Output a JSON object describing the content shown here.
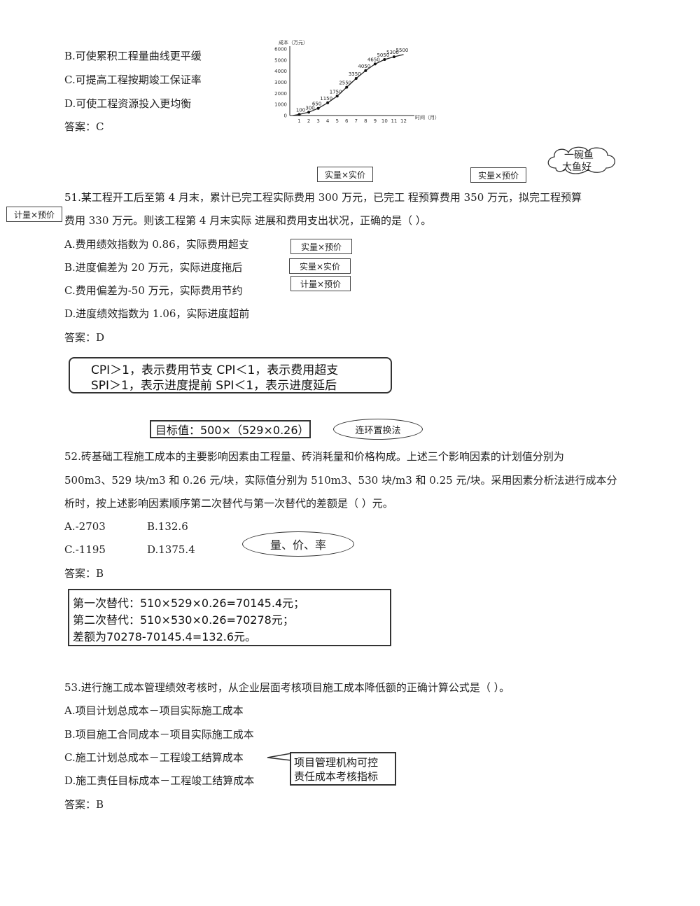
{
  "q50": {
    "option_b": "B.可使累积工程量曲线更平缓",
    "option_c": "C.可提高工程按期竣工保证率",
    "option_d": "D.可使工程资源投入更均衡",
    "answer": "答案：C"
  },
  "chart_data": {
    "type": "line",
    "ylabel": "成本（万元）",
    "xlabel": "时间（月）",
    "x": [
      1,
      2,
      3,
      4,
      5,
      6,
      7,
      8,
      9,
      10,
      11,
      12
    ],
    "values": [
      100,
      300,
      650,
      1150,
      1750,
      2550,
      3350,
      4050,
      4650,
      5050,
      5300,
      5500
    ],
    "data_labels": [
      "100",
      "300",
      "650",
      "1150",
      "1750",
      "2550",
      "3350",
      "4050",
      "4650",
      "5050",
      "5300",
      "5500"
    ],
    "yticks": [
      "0",
      "1000",
      "2000",
      "3000",
      "4000",
      "5000",
      "6000"
    ],
    "xticks": [
      "1",
      "2",
      "3",
      "4",
      "5",
      "6",
      "7",
      "8",
      "9",
      "10",
      "11",
      "12"
    ],
    "ylim": [
      0,
      6000
    ],
    "xlim": [
      0,
      13
    ],
    "line_color": "#222222"
  },
  "annotations": {
    "cloud": [
      "一碗鱼",
      "大鱼好"
    ],
    "box_top_1": "实量×实价",
    "box_top_2": "实量×预价",
    "box_left": "计量×预价",
    "box_a": "实量×预价",
    "box_b": "实量×实价",
    "box_c": "计量×预价",
    "rules_line1": "CPI＞1，表示费用节支    CPI＜1，表示费用超支",
    "rules_line2": "SPI＞1，表示进度提前    SPI＜1，表示进度延后",
    "target_value": "目标值：500×（529×0.26）",
    "chain_method": "连环置换法",
    "qty_price_rate": "量、价、率",
    "calc_line1": "第一次替代：510×529×0.26=70145.4元；",
    "calc_line2": "第二次替代：510×530×0.26=70278元；",
    "calc_line3": "差额为70278-70145.4=132.6元。",
    "callout_line1": "项目管理机构可控",
    "callout_line2": "责任成本考核指标"
  },
  "q51": {
    "line1": "51.某工程开工后至第 4 月末，累计已完工程实际费用 300 万元，已完工 程预算费用 350 万元，拟完工程预算",
    "line2": "费用 330 万元。则该工程第 4 月末实际 进展和费用支出状况，正确的是（   ）。",
    "option_a": "A.费用绩效指数为 0.86，实际费用超支",
    "option_b": "B.进度偏差为 20 万元，实际进度拖后",
    "option_c": "C.费用偏差为-50 万元，实际费用节约",
    "option_d": "D.进度绩效指数为 1.06，实际进度超前",
    "answer": "答案：D"
  },
  "q52": {
    "line1": "52.砖基础工程施工成本的主要影响因素由工程量、砖消耗量和价格构成。上述三个影响因素的计划值分别为",
    "line2": "500m3、529 块/m3 和 0.26 元/块，实际值分别为 510m3、530 块/m3 和 0.25 元/块。采用因素分析法进行成本分",
    "line3": "析时，按上述影响因素顺序第二次替代与第一次替代的差额是（   ）元。",
    "option_a": "A.-2703",
    "option_b": "B.132.6",
    "option_c": "C.-1195",
    "option_d": "D.1375.4",
    "answer": "答案：B"
  },
  "q53": {
    "line1": "53.进行施工成本管理绩效考核时，从企业层面考核项目施工成本降低额的正确计算公式是（   ）。",
    "option_a": "A.项目计划总成本－项目实际施工成本",
    "option_b": "B.项目施工合同成本－项目实际施工成本",
    "option_c": "C.施工计划总成本－工程竣工结算成本",
    "option_d": "D.施工责任目标成本－工程竣工结算成本",
    "answer": "答案：B"
  }
}
